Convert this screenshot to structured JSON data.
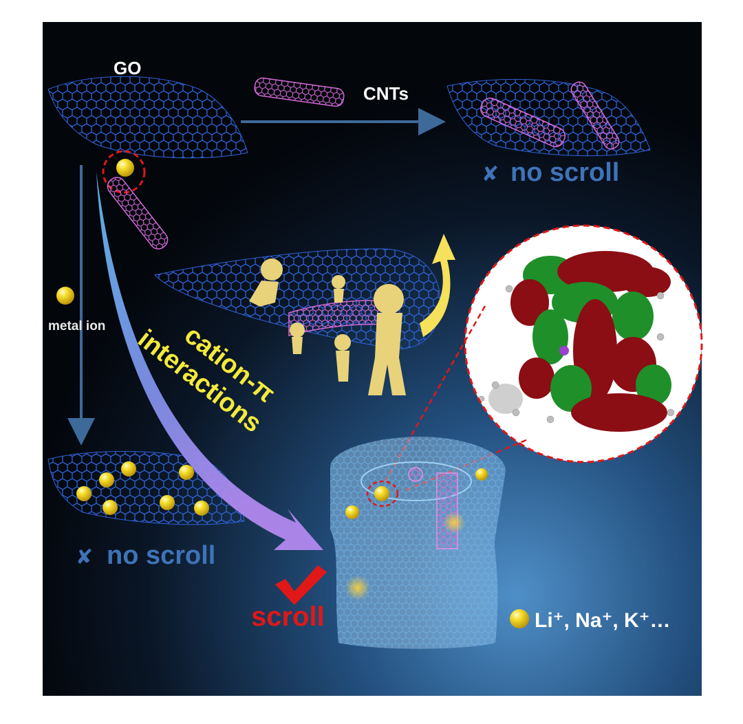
{
  "labels": {
    "go": "GO",
    "cnts": "CNTs",
    "metal_ion": "metal ion",
    "no_scroll_top": "no scroll",
    "no_scroll_bottom": "no scroll",
    "cation_pi_line1": "cation-π",
    "cation_pi_line2": "interactions",
    "scroll": "scroll",
    "legend": "Li⁺, Na⁺, K⁺…",
    "cross_mark": "✘"
  },
  "colors": {
    "background_dark": "#05080f",
    "background_glow": "#2f6fa8",
    "sheet_blue": "#2f63d8",
    "nanotube_pink": "#d46ad8",
    "ion_yellow": "#f2d21a",
    "arrow_steel": "#3e6a9a",
    "label_blue": "#3f73b8",
    "label_red": "#e01818",
    "label_yellow": "#f5ea3a",
    "orbital_red": "#8b0e14",
    "orbital_green": "#1f8f2a",
    "figure_yellow": "#e8d27a"
  },
  "icons": {
    "go_sheet": "graphene-oxide-sheet",
    "nanotube": "carbon-nanotube",
    "ion": "metal-ion-sphere",
    "scroll_result": "nanoscroll",
    "orbital": "molecular-orbital-inset",
    "check": "check-mark-icon",
    "cross": "cross-mark-icon",
    "people": "cartoon-figures"
  }
}
